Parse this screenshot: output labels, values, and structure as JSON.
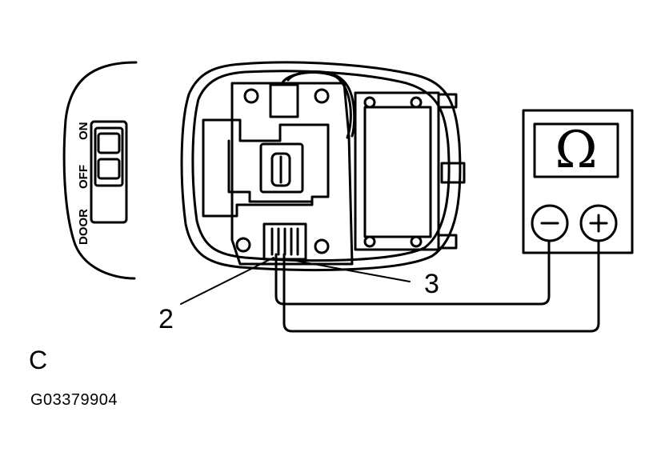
{
  "labels": {
    "callout_2": "2",
    "callout_3": "3",
    "view_letter": "C",
    "figure_id": "G03379904"
  },
  "switch": {
    "on": "ON",
    "off": "OFF",
    "door": "DOOR"
  },
  "meter": {
    "symbol": "Ω",
    "negative": "−",
    "positive": "+"
  },
  "colors": {
    "line": "#000000",
    "background": "#ffffff"
  }
}
